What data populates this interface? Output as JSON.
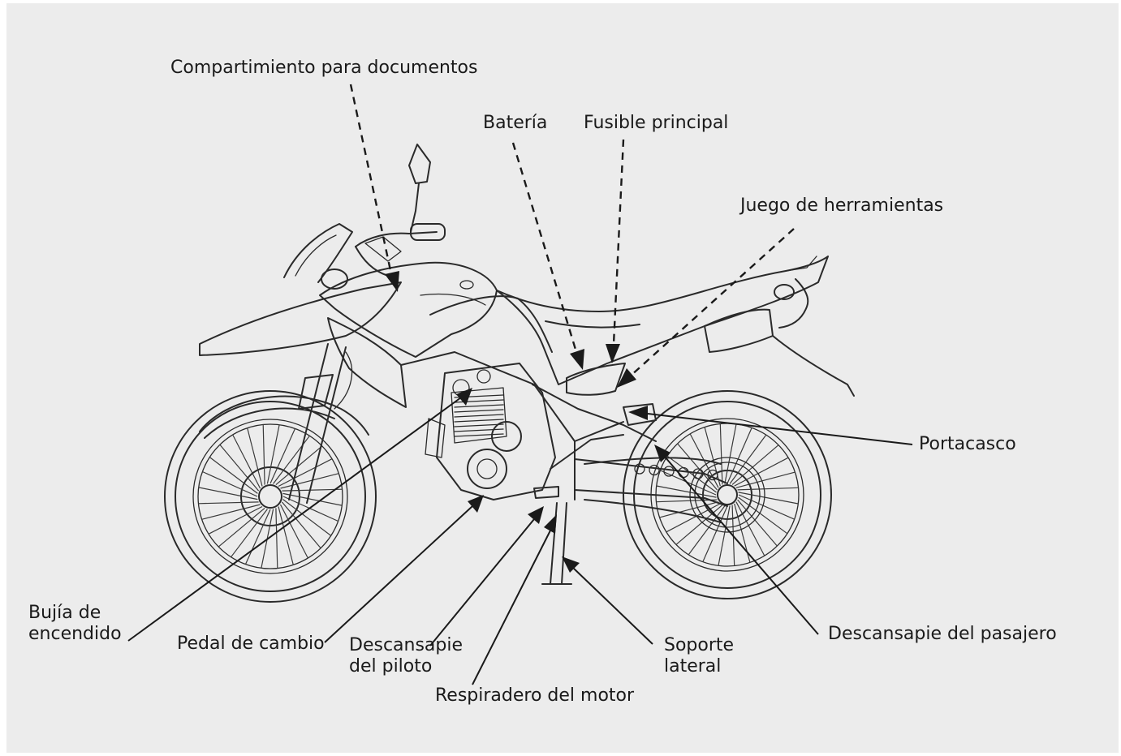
{
  "colors": {
    "background": "#ececec",
    "ink": "#1a1a1a"
  },
  "labels": {
    "document_compartment": "Compartimiento para documentos",
    "battery": "Batería",
    "main_fuse": "Fusible principal",
    "tool_kit": "Juego de herramientas",
    "helmet_holder": "Portacasco",
    "spark_plug": [
      "Bujía de",
      "encendido"
    ],
    "gear_pedal": "Pedal de cambio",
    "rider_footrest": [
      "Descansapie",
      "del piloto"
    ],
    "engine_breather": "Respiradero del motor",
    "side_stand": [
      "Soporte",
      "lateral"
    ],
    "passenger_footrest": "Descansapie del pasajero"
  }
}
